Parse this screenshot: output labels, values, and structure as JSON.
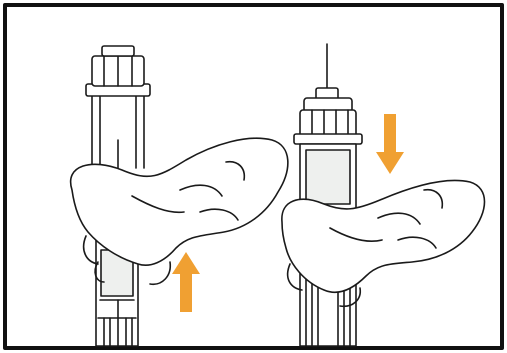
{
  "illustration": {
    "frame_color": "#111111",
    "line_color": "#1a1a1a",
    "fill_color": "#ffffff",
    "window_fill": "#eef0ee",
    "arrow_color": "#f0a032",
    "panels": [
      {
        "arrow_icon": "arrow-up-icon",
        "arrow_direction": "up",
        "pen_cap": "attached"
      },
      {
        "arrow_icon": "arrow-down-icon",
        "arrow_direction": "down",
        "pen_cap": "removed"
      }
    ]
  }
}
